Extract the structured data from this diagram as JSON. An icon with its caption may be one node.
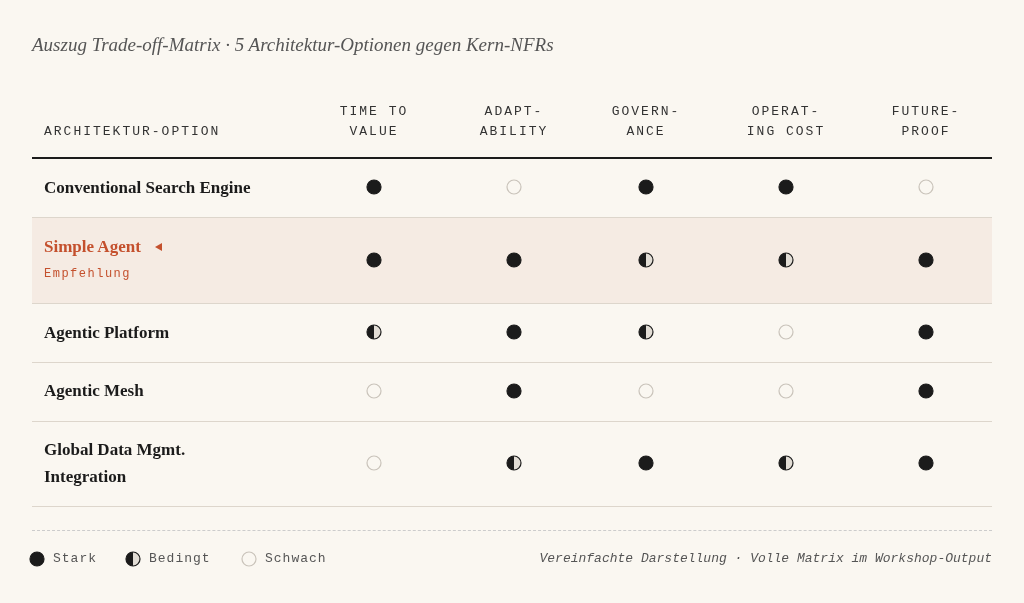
{
  "diagram": {
    "title": "Auszug Trade-off-Matrix · 5 Architektur-Optionen gegen Kern-NFRs",
    "caption": "Vereinfachte Darstellung · Volle Matrix im Workshop-Output",
    "nodes": [
      {
        "text": [],
        "shape": "dot"
      },
      {
        "text": [],
        "shape": "circle"
      },
      {
        "text": [],
        "shape": "dot"
      },
      {
        "text": [],
        "shape": "dot"
      },
      {
        "text": [],
        "shape": "circle"
      },
      {
        "text": [],
        "shape": "dot"
      },
      {
        "text": [],
        "shape": "dot"
      },
      {
        "text": [],
        "shape": "half-dot"
      },
      {
        "text": [],
        "shape": "half-dot"
      },
      {
        "text": [],
        "shape": "dot"
      },
      {
        "text": [],
        "shape": "half-dot"
      },
      {
        "text": [],
        "shape": "dot"
      },
      {
        "text": [],
        "shape": "half-dot"
      },
      {
        "text": [],
        "shape": "circle"
      },
      {
        "text": [],
        "shape": "dot"
      },
      {
        "text": [],
        "shape": "circle"
      },
      {
        "text": [],
        "shape": "dot"
      },
      {
        "text": [],
        "shape": "circle"
      },
      {
        "text": [],
        "shape": "circle"
      },
      {
        "text": [],
        "shape": "dot"
      },
      {
        "text": [],
        "shape": "circle"
      },
      {
        "text": [],
        "shape": "half-dot"
      },
      {
        "text": [],
        "shape": "dot"
      },
      {
        "text": [],
        "shape": "half-dot"
      },
      {
        "text": [],
        "shape": "dot"
      }
    ],
    "labels": [
      "ARCHITEKTUR-OPTION",
      "TIME TO VALUE",
      "ADAPT-ABILITY",
      "GOVERN-ANCE",
      "OPERAT-ING COST",
      "FUTURE-PROOF",
      "Conventional Search Engine",
      "Simple Agent",
      "Empfehlung",
      "Agentic Platform",
      "Agentic Mesh",
      "Global Data Mgmt. Integration"
    ],
    "legend": [
      {
        "text": "Stark"
      },
      {
        "text": "Bedingt"
      },
      {
        "text": "Schwach"
      }
    ]
  }
}
